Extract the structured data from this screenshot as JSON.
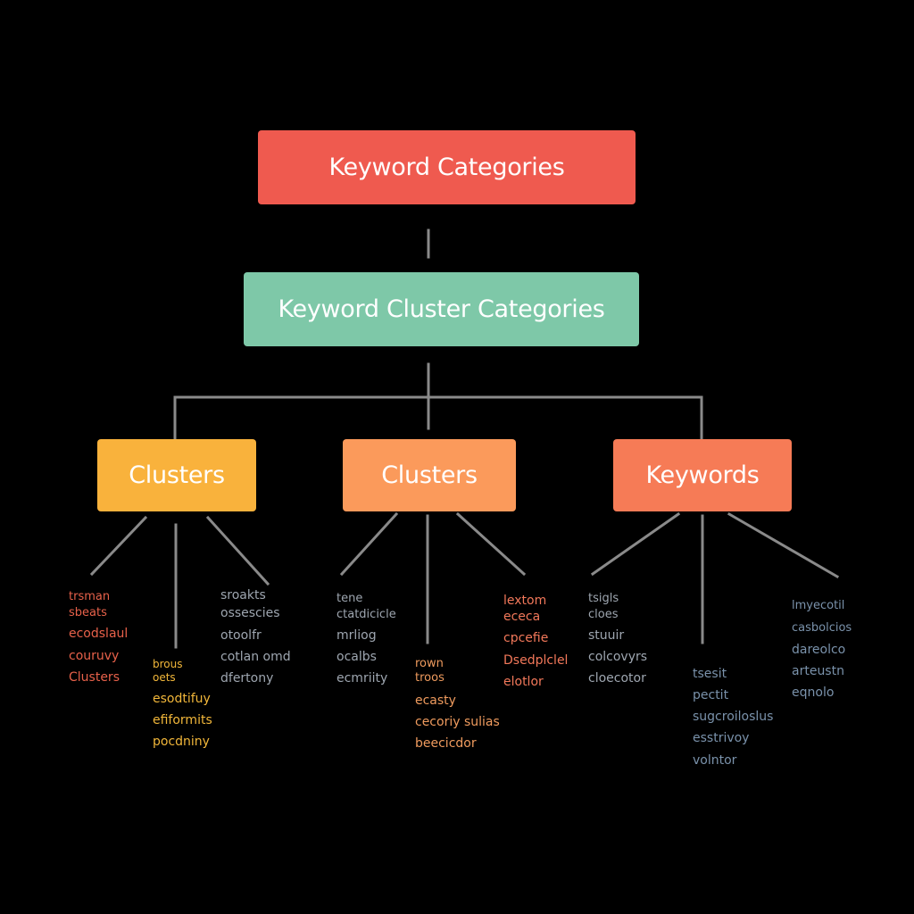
{
  "colors": {
    "background": "#000000",
    "line": "#8a8a8a",
    "root": "#ef5a4f",
    "mid": "#7ec8a8",
    "cluster1": "#f9b23c",
    "cluster2": "#fb9a5b",
    "keywords": "#f67b56",
    "leaf_red": "#e7614a",
    "leaf_gray": "#9ea6b0",
    "leaf_yellow": "#f2b73a",
    "leaf_orange": "#ef9b5e",
    "leaf_salmon": "#f2785a",
    "leaf_blue": "#7a92ab"
  },
  "nodes": {
    "root": "Keyword Categories",
    "mid": "Keyword Cluster Categories",
    "children": [
      "Clusters",
      "Clusters",
      "Keywords"
    ]
  },
  "leaves": {
    "clusters_1": {
      "left": [
        "trsman",
        "sbeats",
        "ecodslaul",
        "couruvy",
        "Clusters"
      ],
      "center": [
        "brous",
        "oets",
        "esodtifuy",
        "efiformits",
        "pocdniny"
      ],
      "right": [
        "sroakts",
        "ossescies",
        "otoolfr",
        "cotlan omd",
        "dfertony"
      ]
    },
    "clusters_2": {
      "left": [
        "tene",
        "ctatdicicle",
        "mrliog",
        "ocalbs",
        "ecmriity"
      ],
      "center": [
        "rown",
        "troos",
        "ecasty",
        "cecoriy sulias",
        "beecicdor"
      ],
      "right": [
        "lextom",
        "ececa",
        "cpcefie",
        "Dsedplclel",
        "elotlor"
      ]
    },
    "keywords": {
      "left": [
        "tsigls",
        "cloes",
        "stuuir",
        "colcovyrs",
        "cloecotor"
      ],
      "center": [
        "tsesit",
        "pectit",
        "sugcroiloslus",
        "esstrivoy",
        "volntor"
      ],
      "right": [
        "lmyecotil",
        "casbolcios",
        "dareolco",
        "arteustn",
        "eqnolo"
      ]
    }
  }
}
